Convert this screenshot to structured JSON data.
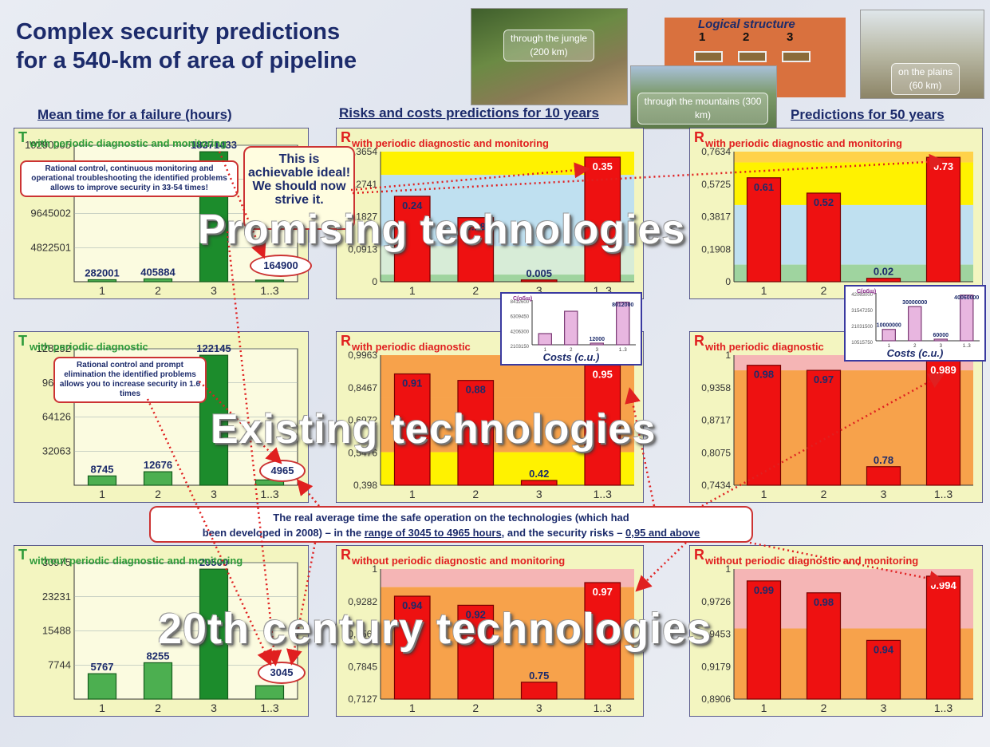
{
  "title": {
    "line1": "Complex security predictions",
    "line2": "for a 540-km of area of pipeline"
  },
  "sections": {
    "mean_time": "Mean time for a failure (hours)",
    "risks_costs": "Risks and costs predictions for 10 years",
    "predictions_50": "Predictions for 50 years"
  },
  "logical": {
    "title": "Logical structure",
    "n1": "1",
    "n2": "2",
    "n3": "3"
  },
  "photos": {
    "jungle": "through the jungle (200 km)",
    "mountains": "through the mountains (300 km)",
    "plains": "on the plains (60 km)"
  },
  "overlays": {
    "promising": "Promising technologies",
    "existing": "Existing technologies",
    "century": "20th century technologies"
  },
  "callouts": {
    "ideal": "This is achievable ideal!  We should now strive it.",
    "rational1": "Rational control, continuous monitoring and operational troubleshooting the identified problems allows to improve security in 33-54 times!",
    "rational2": "Rational control and prompt elimination the identified problems allows you to increase security in 1.6 times",
    "oval1": "164900",
    "oval2": "4965",
    "oval3": "3045",
    "bottom_line1": "The real average time the safe operation on the technologies (which had",
    "bottom_line2a": "been developed  in 2008) – in the ",
    "bottom_line2b": "range of 3045 to 4965 hours,",
    "bottom_line2c": " and the security risks – ",
    "bottom_line2d": "0,95 and above"
  },
  "chart_data": [
    {
      "id": "T1",
      "type": "bar",
      "title_letter": "T",
      "title": "with periodic diagnostic and monitoring",
      "categories": [
        "1",
        "2",
        "3",
        "1..3"
      ],
      "values": [
        282001,
        405884,
        18371433,
        164900
      ],
      "value_labels": [
        "282001",
        "405884",
        "18371433",
        ""
      ],
      "yticks": [
        "19290005",
        "14467503",
        "9645002",
        "4822501"
      ],
      "ylim": [
        0,
        19290005
      ],
      "colors": {
        "bar": "green",
        "bg": "#f2f4b8",
        "title_letter": "#2e9b3a",
        "title": "#2e9b3a"
      }
    },
    {
      "id": "R10a",
      "type": "bar",
      "title_letter": "R",
      "title": "with periodic diagnostic and monitoring",
      "categories": [
        "1",
        "2",
        "3",
        "1..3"
      ],
      "values": [
        0.24,
        0.18,
        0.005,
        0.35
      ],
      "value_labels": [
        "0.24",
        "0.18",
        "0.005",
        "0.35"
      ],
      "yticks": [
        "0,3654",
        "0,2741",
        "0,1827",
        "0,0913",
        "0"
      ],
      "ylim": [
        0,
        0.3654
      ],
      "colors": {
        "bar": "red",
        "title_letter": "#e02020",
        "title": "#e02020"
      }
    },
    {
      "id": "R50a",
      "type": "bar",
      "title_letter": "R",
      "title": "with periodic diagnostic and monitoring",
      "categories": [
        "1",
        "2",
        "3",
        "1..3"
      ],
      "values": [
        0.61,
        0.52,
        0.02,
        0.73
      ],
      "value_labels": [
        "0.61",
        "0.52",
        "0.02",
        "0.73"
      ],
      "yticks": [
        "0,7634",
        "0,5725",
        "0,3817",
        "0,1908",
        "0"
      ],
      "ylim": [
        0,
        0.7634
      ],
      "colors": {
        "bar": "red",
        "title_letter": "#e02020",
        "title": "#e02020"
      }
    },
    {
      "id": "T2",
      "type": "bar",
      "title_letter": "T",
      "title": "with periodic diagnostic",
      "categories": [
        "1",
        "2",
        "3",
        "1..3"
      ],
      "values": [
        8745,
        12676,
        122145,
        4965
      ],
      "value_labels": [
        "8745",
        "12676",
        "122145",
        ""
      ],
      "yticks": [
        "128252",
        "96189",
        "64126",
        "32063"
      ],
      "ylim": [
        0,
        128252
      ],
      "colors": {
        "bar": "green",
        "title_letter": "#2e9b3a",
        "title": "#2e9b3a"
      }
    },
    {
      "id": "R10b",
      "type": "bar",
      "title_letter": "R",
      "title": "with periodic diagnostic",
      "categories": [
        "1",
        "2",
        "3",
        "1..3"
      ],
      "values": [
        0.91,
        0.88,
        0.42,
        0.95
      ],
      "value_labels": [
        "0.91",
        "0.88",
        "0.42",
        "0.95"
      ],
      "yticks": [
        "0,9963",
        "0,8467",
        "0,6972",
        "0,5476",
        "0,398"
      ],
      "ylim": [
        0.398,
        0.9963
      ],
      "colors": {
        "bar": "red",
        "title_letter": "#e02020",
        "title": "#e02020"
      }
    },
    {
      "id": "R50b",
      "type": "bar",
      "title_letter": "R",
      "title": "with periodic diagnostic",
      "categories": [
        "1",
        "2",
        "3",
        "1..3"
      ],
      "values": [
        0.98,
        0.97,
        0.78,
        0.989
      ],
      "value_labels": [
        "0.98",
        "0.97",
        "0.78",
        "0.989"
      ],
      "yticks": [
        "1",
        "0,9358",
        "0,8717",
        "0,8075",
        "0,7434"
      ],
      "ylim": [
        0.7434,
        1
      ],
      "colors": {
        "bar": "red",
        "title_letter": "#e02020",
        "title": "#e02020"
      }
    },
    {
      "id": "T3",
      "type": "bar",
      "title_letter": "T",
      "title": "without periodic diagnostic and monitoring",
      "categories": [
        "1",
        "2",
        "3",
        "1..3"
      ],
      "values": [
        5767,
        8255,
        29500,
        3045
      ],
      "value_labels": [
        "5767",
        "8255",
        "29500",
        ""
      ],
      "yticks": [
        "30975",
        "23231",
        "15488",
        "7744"
      ],
      "ylim": [
        0,
        30975
      ],
      "colors": {
        "bar": "green",
        "title_letter": "#2e9b3a",
        "title": "#2e9b3a"
      }
    },
    {
      "id": "R10c",
      "type": "bar",
      "title_letter": "R",
      "title": "without periodic diagnostic and monitoring",
      "categories": [
        "1",
        "2",
        "3",
        "1..3"
      ],
      "values": [
        0.94,
        0.92,
        0.75,
        0.97
      ],
      "value_labels": [
        "0.94",
        "0.92",
        "0.75",
        "0.97"
      ],
      "yticks": [
        "1",
        "0,9282",
        "0,8564",
        "0,7845",
        "0,7127"
      ],
      "ylim": [
        0.7127,
        1
      ],
      "colors": {
        "bar": "red",
        "title_letter": "#e02020",
        "title": "#e02020"
      }
    },
    {
      "id": "R50c",
      "type": "bar",
      "title_letter": "R",
      "title": "without periodic diagnostic and monitoring",
      "categories": [
        "1",
        "2",
        "3",
        "1..3"
      ],
      "values": [
        0.99,
        0.98,
        0.94,
        0.994
      ],
      "value_labels": [
        "0.99",
        "0.98",
        "0.94",
        "0.994"
      ],
      "yticks": [
        "1",
        "0,9726",
        "0,9453",
        "0,9179",
        "0,8906"
      ],
      "ylim": [
        0.8906,
        1
      ],
      "colors": {
        "bar": "red",
        "title_letter": "#e02020",
        "title": "#e02020"
      }
    },
    {
      "id": "C10",
      "type": "bar",
      "title": "С(общ)",
      "xlabel": "Costs (c.u.)",
      "categories": [
        "1",
        "2",
        "3",
        "1..3"
      ],
      "values": [
        2103150,
        6308450,
        12000,
        8012000
      ],
      "value_labels": [
        "",
        "",
        "12000",
        "8012000"
      ],
      "yticks": [
        "8412600",
        "6309450",
        "4206300",
        "2103150"
      ],
      "ylim": [
        0,
        8412600
      ],
      "colors": {
        "bar": "pink"
      }
    },
    {
      "id": "C50",
      "type": "bar",
      "title": "С(общ)",
      "xlabel": "Costs (c.u.)",
      "categories": [
        "1",
        "2",
        "3",
        "1..3"
      ],
      "values": [
        10000000,
        30000000,
        60000,
        40060000
      ],
      "value_labels": [
        "10000000",
        "30000000",
        "60000",
        "40060000"
      ],
      "yticks": [
        "42063000",
        "31547250",
        "21031500",
        "10515750"
      ],
      "ylim": [
        0,
        42063000
      ],
      "colors": {
        "bar": "pink"
      }
    }
  ]
}
